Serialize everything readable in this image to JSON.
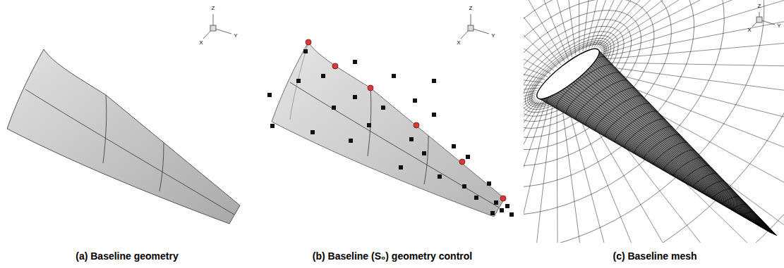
{
  "diagram": {
    "labels": [
      "Z",
      "X",
      "Y",
      "Z",
      "X",
      "Y",
      "Z",
      "X",
      "Y",
      "(a) Baseline geometry",
      "(b) Baseline (S₀) geometry control",
      "(c) Baseline mesh"
    ]
  }
}
